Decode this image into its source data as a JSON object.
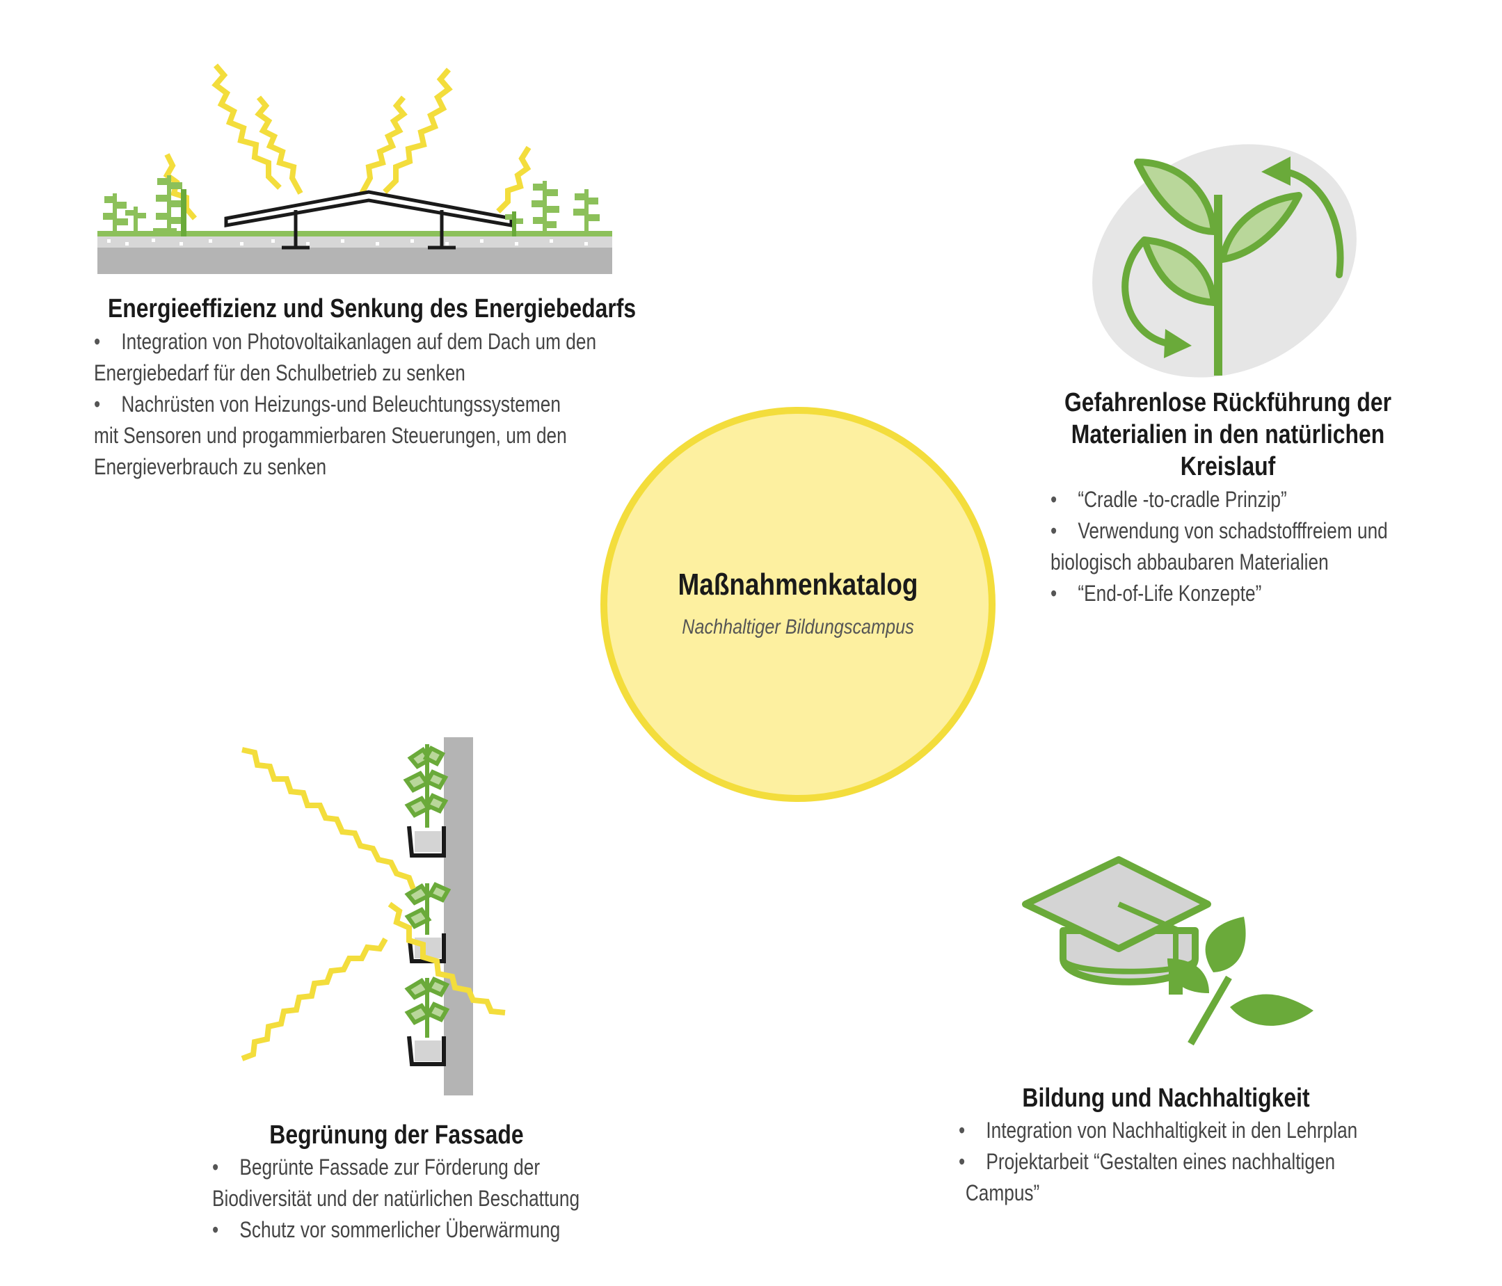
{
  "hub": {
    "title": "Maßnahmenkatalog",
    "subtitle": "Nachhaltiger Bildungscampus"
  },
  "sections": {
    "energie": {
      "title": "Energieeffizienz und Senkung des Energiebedarfs",
      "lines": [
        "Integration von Photovoltaikanlagen auf dem Dach um den",
        "Energiebedarf für den Schulbetrieb zu senken",
        "Nachrüsten von Heizungs-und Beleuchtungssystemen",
        "mit Sensoren und progammierbaren Steuerungen, um den",
        "Energieverbrauch zu senken"
      ]
    },
    "materialien": {
      "title_lines": [
        "Gefahrenlose Rückführung der",
        "Materialien in den natürlichen",
        "Kreislauf"
      ],
      "lines": [
        "“Cradle -to-cradle Prinzip”",
        "Verwendung von schadstofffreiem und",
        "biologisch abbaubaren Materialien",
        "“End-of-Life Konzepte”"
      ]
    },
    "fassade": {
      "title": "Begrünung der Fassade",
      "lines": [
        "Begrünte Fassade zur Förderung der",
        "Biodiversität und der natürlichen Beschattung",
        "Schutz vor sommerlicher Überwärmung"
      ]
    },
    "bildung": {
      "title": "Bildung und Nachhaltigkeit",
      "lines": [
        "Integration von Nachhaltigkeit in den Lehrplan",
        "Projektarbeit “Gestalten eines nachhaltigen",
        "Campus”"
      ]
    }
  },
  "icons": {
    "energie": "solar-roof-icon",
    "materialien": "plant-cycle-icon",
    "fassade": "green-facade-icon",
    "bildung": "graduation-cap-leaf-icon"
  },
  "colors": {
    "green": "#6aaa3a",
    "light_green": "#b9d79a",
    "yellow": "#f3dd3c",
    "hub_fill": "#fdf0a0",
    "gray": "#b4b4b4",
    "light_gray": "#e6e6e6"
  }
}
